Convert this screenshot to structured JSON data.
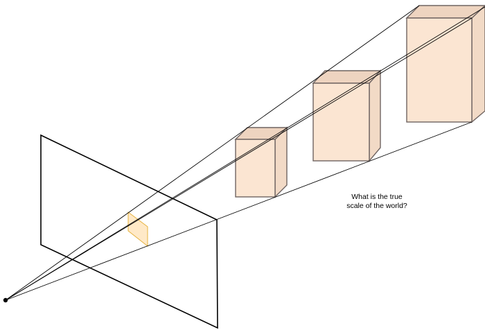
{
  "caption": {
    "line1": "What is the true",
    "line2": "scale of the world?"
  },
  "colors": {
    "background": "#ffffff",
    "line": "#000000",
    "box_front": "#fbe5d2",
    "box_side": "#f2dac6",
    "box_top": "#eed4c0",
    "box_edge": "#6f6461",
    "projection_fill": "#ffe9c7",
    "projection_edge": "#e6b23e",
    "camera_dot": "#000000"
  },
  "icons": {
    "camera_center": "filled-circle",
    "image_plane": "quadrilateral-outline",
    "boxes": "3d-cuboid"
  }
}
